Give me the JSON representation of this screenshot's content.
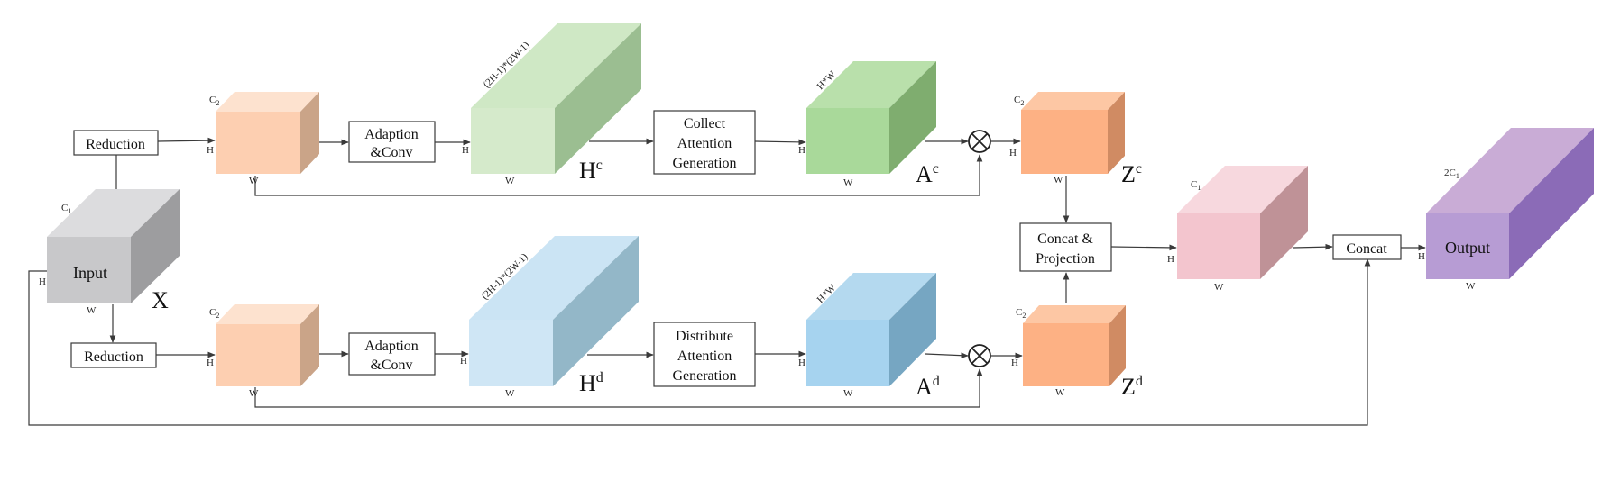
{
  "colors": {
    "input": "#c8c8ca",
    "reduced": "#fdcfb1",
    "green_light": "#d5eacb",
    "green_dark": "#a9d99a",
    "blue_light": "#cfe6f5",
    "blue_dark": "#a6d3ef",
    "orange": "#fdb184",
    "pink": "#f3c5ce",
    "purple": "#b79cd4",
    "line": "#3a3a3a"
  },
  "boxes": {
    "reduction_top": "Reduction",
    "reduction_bottom": "Reduction",
    "adaption_top": [
      "Adaption",
      "&Conv"
    ],
    "adaption_bottom": [
      "Adaption",
      "&Conv"
    ],
    "collect": [
      "Collect",
      "Attention",
      "Generation"
    ],
    "distribute": [
      "Distribute",
      "Attention",
      "Generation"
    ],
    "concat_proj": [
      "Concat &",
      "Projection"
    ],
    "concat": "Concat"
  },
  "cubes": {
    "input_label": "Input",
    "output_label": "Output"
  },
  "symbols": {
    "X": "X",
    "Hc": {
      "base": "H",
      "sup": "c"
    },
    "Ac": {
      "base": "A",
      "sup": "c"
    },
    "Zc": {
      "base": "Z",
      "sup": "c"
    },
    "Hd": {
      "base": "H",
      "sup": "d"
    },
    "Ad": {
      "base": "A",
      "sup": "d"
    },
    "Zd": {
      "base": "Z",
      "sup": "d"
    },
    "otimes": "⊗"
  },
  "dims": {
    "H": "H",
    "W": "W",
    "C1": {
      "base": "C",
      "sub": "1"
    },
    "C2": {
      "base": "C",
      "sub": "2"
    },
    "twoC1": {
      "base": "2C",
      "sub": "1"
    },
    "big": "(2H-1)*(2W-1)",
    "hw": "H*W"
  }
}
